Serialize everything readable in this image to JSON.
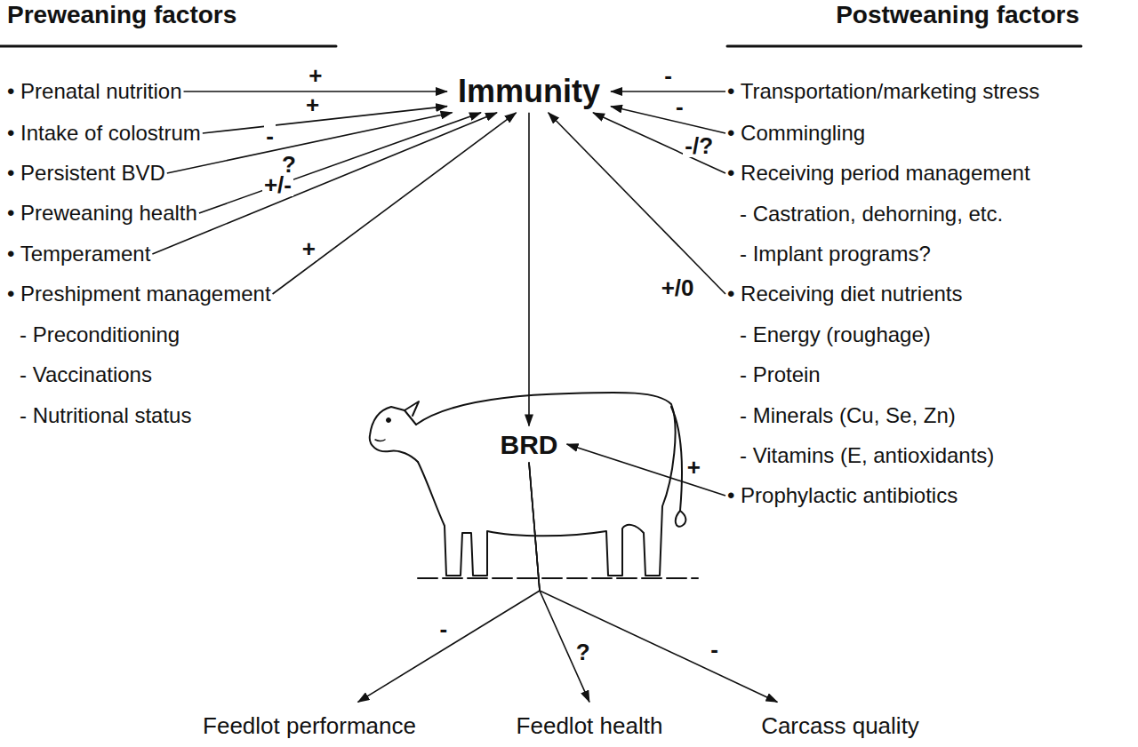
{
  "diagram": {
    "nodes": [
      {
        "text": [
          "Immunity"
        ]
      },
      {
        "text": [
          "• Prenatal nutrition"
        ]
      },
      {
        "text": [
          "• Intake of colostrum"
        ]
      },
      {
        "text": [
          "• Persistent BVD"
        ]
      },
      {
        "text": [
          "• Preweaning health"
        ]
      },
      {
        "text": [
          "• Temperament"
        ]
      },
      {
        "text": [
          "• Preshipment management",
          "- Preconditioning",
          "- Vaccinations",
          "- Nutritional status"
        ]
      },
      {
        "text": [
          "• Transportation/marketing stress"
        ]
      },
      {
        "text": [
          "• Commingling"
        ]
      },
      {
        "text": [
          "• Receiving period management",
          "- Castration, dehorning, etc.",
          "- Implant programs?"
        ]
      },
      {
        "text": [
          "• Receiving diet nutrients",
          "- Energy (roughage)",
          "- Protein",
          "- Minerals (Cu, Se, Zn)",
          "- Vitamins (E, antioxidants)"
        ]
      },
      {
        "text": [
          "• Prophylactic antibiotics"
        ]
      },
      {
        "text": [
          "BRD"
        ]
      },
      {
        "text": [
          "Feedlot performance"
        ]
      },
      {
        "text": [
          "Feedlot health"
        ]
      },
      {
        "text": [
          "Carcass quality"
        ]
      }
    ],
    "edges": [
      {
        "from": 1,
        "to": 0,
        "label": "+",
        "arrow": "to"
      },
      {
        "from": 2,
        "to": 0,
        "label": "+",
        "arrow": "to"
      },
      {
        "from": 3,
        "to": 0,
        "label": "-",
        "arrow": "to"
      },
      {
        "from": 4,
        "to": 0,
        "label": "?",
        "arrow": "to"
      },
      {
        "from": 5,
        "to": 0,
        "label": "+/-",
        "arrow": "to"
      },
      {
        "from": 6,
        "to": 0,
        "label": "+",
        "arrow": "to"
      },
      {
        "from": 7,
        "to": 0,
        "label": "-",
        "arrow": "to"
      },
      {
        "from": 8,
        "to": 0,
        "label": "-",
        "arrow": "to"
      },
      {
        "from": 9,
        "to": 0,
        "label": "-/?",
        "arrow": "to"
      },
      {
        "from": 10,
        "to": 0,
        "label": "+/0",
        "arrow": "to"
      },
      {
        "from": 0,
        "to": 12,
        "arrow": "to"
      },
      {
        "from": 11,
        "to": 12,
        "label": "+",
        "arrow": "to"
      },
      {
        "from": 12,
        "to": 13,
        "label": "-",
        "arrow": "to"
      },
      {
        "from": 12,
        "to": 14,
        "label": "?",
        "arrow": "to"
      },
      {
        "from": 12,
        "to": 15,
        "label": "-",
        "arrow": "to"
      }
    ],
    "labels": [
      "Preweaning factors",
      "Postweaning factors"
    ]
  }
}
